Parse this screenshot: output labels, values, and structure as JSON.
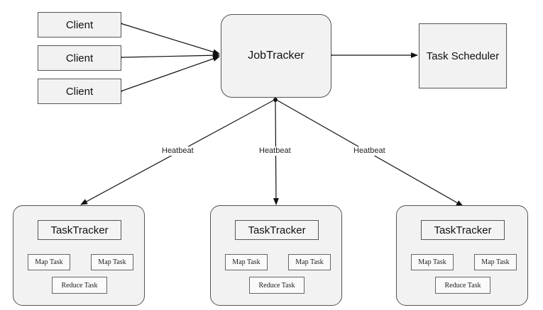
{
  "clients": [
    "Client",
    "Client",
    "Client"
  ],
  "jobtracker": "JobTracker",
  "scheduler": "Task Scheduler",
  "heartbeat": "Heatbeat",
  "nodes": [
    {
      "tasktracker": "TaskTracker",
      "map_left": "Map Task",
      "map_right": "Map Task",
      "reduce": "Reduce Task"
    },
    {
      "tasktracker": "TaskTracker",
      "map_left": "Map Task",
      "map_right": "Map Task",
      "reduce": "Reduce Task"
    },
    {
      "tasktracker": "TaskTracker",
      "map_left": "Map Task",
      "map_right": "Map Task",
      "reduce": "Reduce Task"
    }
  ]
}
